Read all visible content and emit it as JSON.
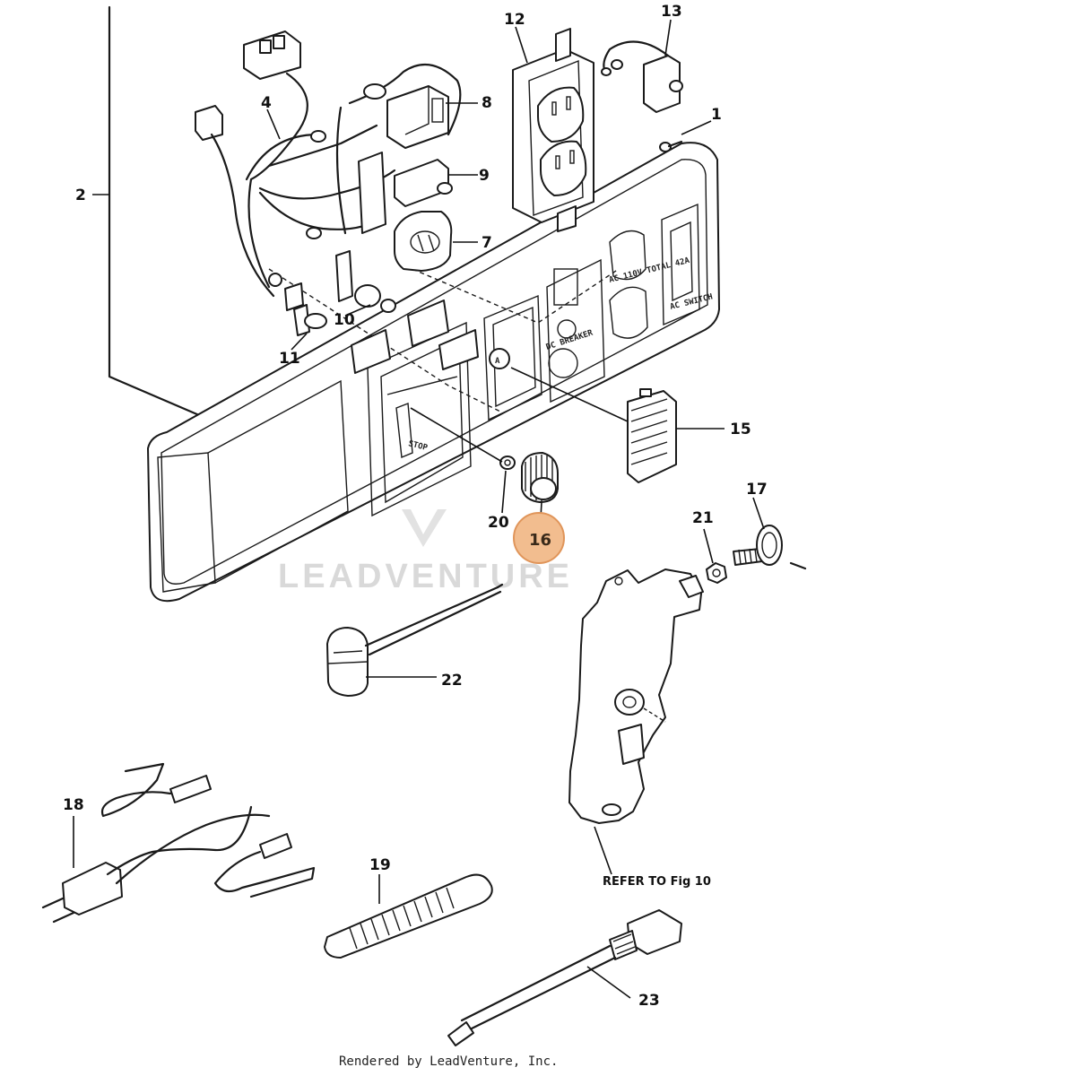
{
  "callouts": {
    "c1": "1",
    "c2": "2",
    "c4": "4",
    "c7": "7",
    "c8": "8",
    "c9": "9",
    "c10": "10",
    "c11": "11",
    "c12": "12",
    "c13": "13",
    "c15": "15",
    "c16": "16",
    "c17": "17",
    "c18": "18",
    "c19": "19",
    "c20": "20",
    "c21": "21",
    "c22": "22",
    "c23": "23"
  },
  "panel_labels": {
    "stop": "STOP",
    "marker_a": "A",
    "dc_breaker": "DC BREAKER",
    "ac_total": "AC 110V TOTAL 42A",
    "ac_switch": "AC SWITCH"
  },
  "refer_note": "REFER TO Fig 10",
  "watermark": "LEADVENTURE",
  "footer": "Rendered by LeadVenture, Inc.",
  "highlight": {
    "part": "16",
    "fill": "#f2bd8f",
    "stroke": "#e0955a"
  },
  "colors": {
    "line": "#1a1a1a",
    "background": "#ffffff",
    "watermark": "#d9d9d9"
  }
}
